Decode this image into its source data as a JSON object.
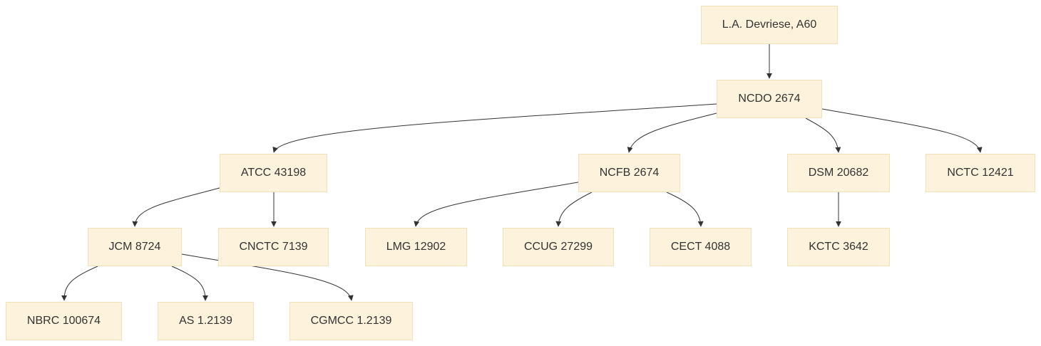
{
  "diagram": {
    "type": "flowchart",
    "direction": "top-down",
    "colors": {
      "node_fill": "#fdf3dd",
      "node_border": "#f1e1b8",
      "edge": "#333333",
      "text": "#333333"
    },
    "nodes": {
      "root": "L.A. Devriese, A60",
      "ncdo": "NCDO 2674",
      "atcc": "ATCC 43198",
      "ncfb": "NCFB 2674",
      "dsm": "DSM 20682",
      "nctc": "NCTC 12421",
      "jcm": "JCM 8724",
      "cnctc": "CNCTC 7139",
      "lmg": "LMG 12902",
      "ccug": "CCUG 27299",
      "cect": "CECT 4088",
      "kctc": "KCTC 3642",
      "nbrc": "NBRC 100674",
      "as": "AS 1.2139",
      "cgmcc": "CGMCC 1.2139"
    },
    "edges": [
      [
        "root",
        "ncdo"
      ],
      [
        "ncdo",
        "atcc"
      ],
      [
        "ncdo",
        "ncfb"
      ],
      [
        "ncdo",
        "dsm"
      ],
      [
        "ncdo",
        "nctc"
      ],
      [
        "atcc",
        "jcm"
      ],
      [
        "atcc",
        "cnctc"
      ],
      [
        "ncfb",
        "lmg"
      ],
      [
        "ncfb",
        "ccug"
      ],
      [
        "ncfb",
        "cect"
      ],
      [
        "dsm",
        "kctc"
      ],
      [
        "jcm",
        "nbrc"
      ],
      [
        "jcm",
        "as"
      ],
      [
        "jcm",
        "cgmcc"
      ]
    ]
  }
}
